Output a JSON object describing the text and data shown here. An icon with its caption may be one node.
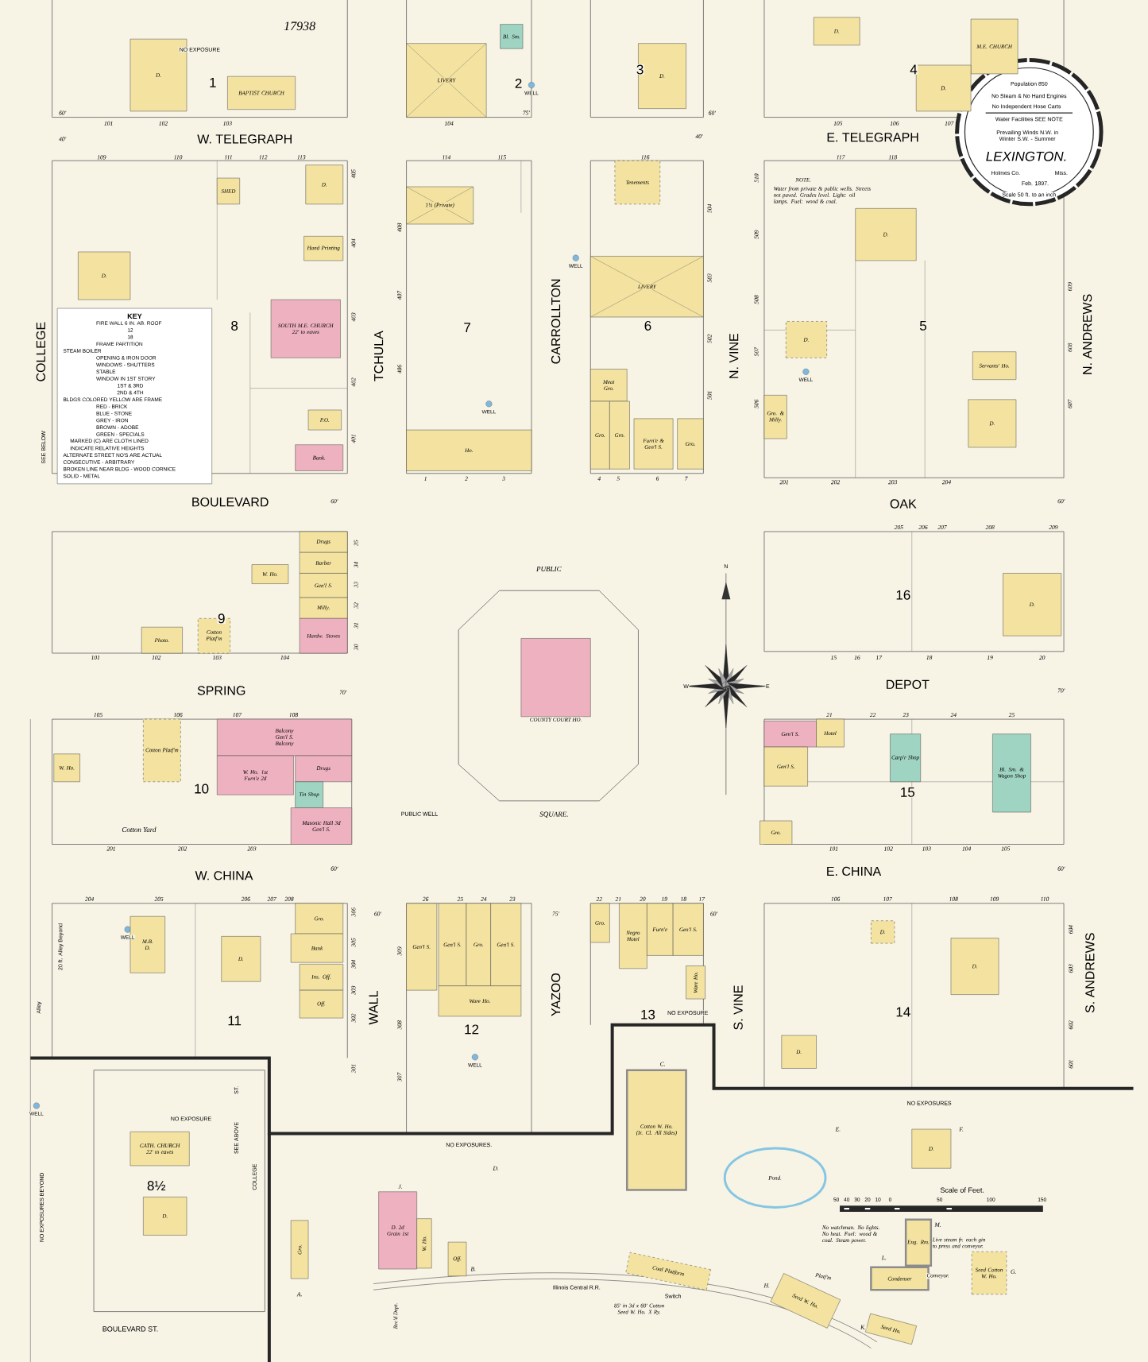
{
  "diagram": {
    "nodes": [
      {
        "text": [
          "BAPTIST CHURCH"
        ]
      },
      {
        "text": [
          "D."
        ]
      },
      {
        "text": [
          "LIVERY"
        ]
      },
      {
        "text": [
          "Bl. Sm."
        ]
      },
      {
        "text": [
          "D."
        ]
      },
      {
        "text": [
          "D."
        ]
      },
      {
        "text": [
          "M.E. CHURCH"
        ]
      },
      {
        "text": [
          "D."
        ]
      },
      {
        "text": [
          "D."
        ]
      },
      {
        "text": [
          "SHED"
        ]
      },
      {
        "text": [
          "D."
        ]
      },
      {
        "text": [
          "Hand Printing"
        ]
      },
      {
        "text": [
          "SOUTH M.E. CHURCH",
          "22' to eaves"
        ]
      },
      {
        "text": [
          "P.O."
        ]
      },
      {
        "text": [
          "Bank."
        ]
      },
      {
        "text": [
          "1½",
          "(Private)"
        ]
      },
      {
        "text": [
          "Ho."
        ]
      },
      {
        "text": [
          "Tenements"
        ]
      },
      {
        "text": [
          "LIVERY"
        ]
      },
      {
        "text": [
          "Meat",
          "Gro."
        ]
      },
      {
        "text": [
          "Gro."
        ]
      },
      {
        "text": [
          "Gro."
        ]
      },
      {
        "text": [
          "Furn'e & Gen'l S."
        ]
      },
      {
        "text": [
          "Gro."
        ]
      },
      {
        "text": [
          "D."
        ]
      },
      {
        "text": [
          "D."
        ]
      },
      {
        "text": [
          "Servants' Ho."
        ]
      },
      {
        "text": [
          "D."
        ]
      },
      {
        "text": [
          "Gro. & Milly."
        ]
      },
      {
        "text": [
          "Drugs"
        ]
      },
      {
        "text": [
          "Barber"
        ]
      },
      {
        "text": [
          "Gen'l S."
        ]
      },
      {
        "text": [
          "Milly."
        ]
      },
      {
        "text": [
          "Hardw. Stoves"
        ]
      },
      {
        "text": [
          "W. Ho."
        ]
      },
      {
        "text": [
          "Photo."
        ]
      },
      {
        "text": [
          "Cotton Platf'm"
        ]
      },
      {
        "text": [
          "D."
        ]
      },
      {
        "text": [
          "Cotton Platf'm"
        ]
      },
      {
        "text": [
          "W. Ho."
        ]
      },
      {
        "text": [
          "Balcony",
          "Gen'l S.",
          "Balcony"
        ]
      },
      {
        "text": [
          "W. Ho. 1st",
          "Furn'e 2d"
        ]
      },
      {
        "text": [
          "Drugs"
        ]
      },
      {
        "text": [
          "Tin Shop"
        ]
      },
      {
        "text": [
          "Masonic Hall 3d",
          "Gen'l S."
        ]
      },
      {
        "text": [
          "Gen'l S."
        ]
      },
      {
        "text": [
          "Hotel"
        ]
      },
      {
        "text": [
          "Gen'l S."
        ]
      },
      {
        "text": [
          "Carp'r Shop"
        ]
      },
      {
        "text": [
          "Bl. Sm. & Wagon Shop"
        ]
      },
      {
        "text": [
          "Gro."
        ]
      },
      {
        "text": [
          "M.B.",
          "D."
        ]
      },
      {
        "text": [
          "D."
        ]
      },
      {
        "text": [
          "Gro."
        ]
      },
      {
        "text": [
          "Bank"
        ]
      },
      {
        "text": [
          "Ins. Off."
        ]
      },
      {
        "text": [
          "Off."
        ]
      },
      {
        "text": [
          "Gen'l S."
        ]
      },
      {
        "text": [
          "Gen'l S."
        ]
      },
      {
        "text": [
          "Gro."
        ]
      },
      {
        "text": [
          "Gen'l S."
        ]
      },
      {
        "text": [
          "Ware Ho."
        ]
      },
      {
        "text": [
          "Gro."
        ]
      },
      {
        "text": [
          "Negro Hotel"
        ]
      },
      {
        "text": [
          "Furn'e"
        ]
      },
      {
        "text": [
          "Gen'l S."
        ]
      },
      {
        "text": [
          "Ware Ho."
        ]
      },
      {
        "text": [
          "D."
        ]
      },
      {
        "text": [
          "D."
        ]
      },
      {
        "text": [
          "D."
        ]
      },
      {
        "text": [
          "CATH. CHURCH",
          "22' to eaves"
        ]
      },
      {
        "text": [
          "D."
        ]
      },
      {
        "text": [
          "Cotton W. Ho.",
          "(Ir. Cl. All Sides)"
        ]
      },
      {
        "text": [
          "D. 2d",
          "Grain 1st"
        ]
      },
      {
        "text": [
          "W. Ho."
        ]
      },
      {
        "text": [
          "Off."
        ]
      },
      {
        "text": [
          "Coal Platform"
        ]
      },
      {
        "text": [
          "Seed W. Ho."
        ]
      },
      {
        "text": [
          "Seed Ho."
        ]
      },
      {
        "text": [
          "Condenser"
        ]
      },
      {
        "text": [
          "Seed Cotton W. Ho."
        ]
      },
      {
        "text": [
          "Eng. Rm."
        ]
      },
      {
        "text": [
          "Pond."
        ]
      },
      {
        "text": [
          "D."
        ]
      },
      {
        "text": [
          "Gro."
        ]
      },
      {
        "text": [
          "COUNTY COURT HO."
        ]
      }
    ],
    "labels": [
      "17938",
      "NO EXPOSURE",
      "1",
      "2",
      "3",
      "4",
      "60'",
      "75'",
      "60'",
      "W. TELEGRAPH",
      "E. TELEGRAPH",
      "101",
      "102",
      "103",
      "104",
      "105",
      "106",
      "107",
      "40'",
      "40'",
      "109",
      "110",
      "111",
      "112",
      "113",
      "114",
      "115",
      "116",
      "117",
      "118",
      "COLLEGE",
      "SEE BELOW",
      "8",
      "TCHULA",
      "7",
      "CARROLLTON",
      "6",
      "N. VINE",
      "5",
      "N. ANDREWS",
      "NOTE.",
      "Water from private & public wells. Streets not paved. Grades level. Light: oil lamps. Fuel: wood & coal.",
      "405",
      "404",
      "403",
      "402",
      "401",
      "408",
      "407",
      "406",
      "504",
      "503",
      "502",
      "501",
      "510",
      "509",
      "508",
      "507",
      "506",
      "609",
      "608",
      "607",
      "1",
      "2",
      "3",
      "4",
      "5",
      "6",
      "7",
      "201",
      "202",
      "203",
      "204",
      "BOULEVARD",
      "60'",
      "60'",
      "OAK",
      "205",
      "206",
      "207",
      "208",
      "209",
      "PUBLIC",
      "35",
      "34",
      "33",
      "32",
      "31",
      "30",
      "N",
      "9",
      "16",
      "101",
      "102",
      "103",
      "104",
      "15",
      "16",
      "17",
      "18",
      "19",
      "20",
      "SPRING",
      "W",
      "E",
      "DEPOT",
      "70'",
      "70'",
      "105",
      "106",
      "107",
      "108",
      "21",
      "22",
      "23",
      "24",
      "25",
      "10",
      "15",
      "PUBLIC WELL",
      "SQUARE.",
      "Cotton Yard",
      "201",
      "202",
      "203",
      "101",
      "102",
      "103",
      "104",
      "105",
      "W. CHINA",
      "E. CHINA",
      "60'",
      "60'",
      "204",
      "205",
      "206",
      "207",
      "208",
      "60'",
      "26",
      "25",
      "24",
      "23",
      "75'",
      "22",
      "21",
      "20",
      "19",
      "18",
      "17",
      "60'",
      "106",
      "107",
      "108",
      "109",
      "110",
      "306",
      "305",
      "304",
      "303",
      "302",
      "301",
      "309",
      "308",
      "307",
      "604",
      "603",
      "602",
      "601",
      "Alley",
      "20 ft. Alley Beyond",
      "11",
      "WALL",
      "12",
      "YAZOO",
      "13",
      "NO EXPOSURE",
      "S. VINE",
      "14",
      "S. ANDREWS",
      "NO EXPOSURE",
      "NO EXPOSURES",
      "NO EXPOSURES.",
      "8½",
      "NO EXPOSURES BEYOND",
      "ST.",
      "SEE ABOVE",
      "COLLEGE",
      "BOULEVARD ST.",
      "Scale of Feet.",
      "50",
      "40",
      "30",
      "20",
      "10",
      "0",
      "50",
      "100",
      "150",
      "No watchman. No lights. No heat. Fuel: wood & coal. Steam power.",
      "Live steam fr. each gin to press and conveyor.",
      "Platf'm",
      "Conveyor.",
      "Illinois Central R.R.",
      "Switch",
      "85' in 3d x 60' Cotton Seed W. Ho. X Ry.",
      "Rec'd Dept.",
      "A.",
      "B.",
      "C.",
      "D.",
      "E.",
      "F.",
      "G.",
      "H.",
      "J.",
      "K.",
      "L.",
      "M.",
      "Population 850",
      "No Steam & No Hand Engines",
      "No Independent Hose Carts",
      "Water Facilities SEE NOTE",
      "Prevailing Winds N.W. in Winter S.W. - Summer",
      "LEXINGTON.",
      "Holmes Co.",
      "Miss.",
      "Feb. 1897.",
      "Scale 50 ft. to an inch",
      "KEY",
      "FIRE WALL 6 IN. AB. ROOF",
      "12",
      "18",
      "FRAME PARTITION",
      "STEAM BOILER",
      "OPENING & IRON DOOR",
      "WINDOWS - SHUTTERS",
      "STABLE",
      "WINDOW IN 1ST STORY",
      "1ST & 3RD",
      "2ND & 4TH",
      "BLDGS COLORED YELLOW ARE FRAME",
      "RED - BRICK",
      "BLUE - STONE",
      "GREY - IRON",
      "BROWN - ADOBE",
      "GREEN - SPECIALS",
      "MARKED (C) ARE CLOTH LINED",
      "INDICATE RELATIVE HEIGHTS",
      "ALTERNATE STREET NO'S ARE ACTUAL",
      "CONSECUTIVE - ARBITRARY",
      "BROKEN LINE NEAR BLDG - WOOD CORNICE",
      "SOLID - METAL",
      "WELL",
      "WELL",
      "WELL",
      "WELL",
      "WELL",
      "WELL",
      "WELL"
    ]
  }
}
